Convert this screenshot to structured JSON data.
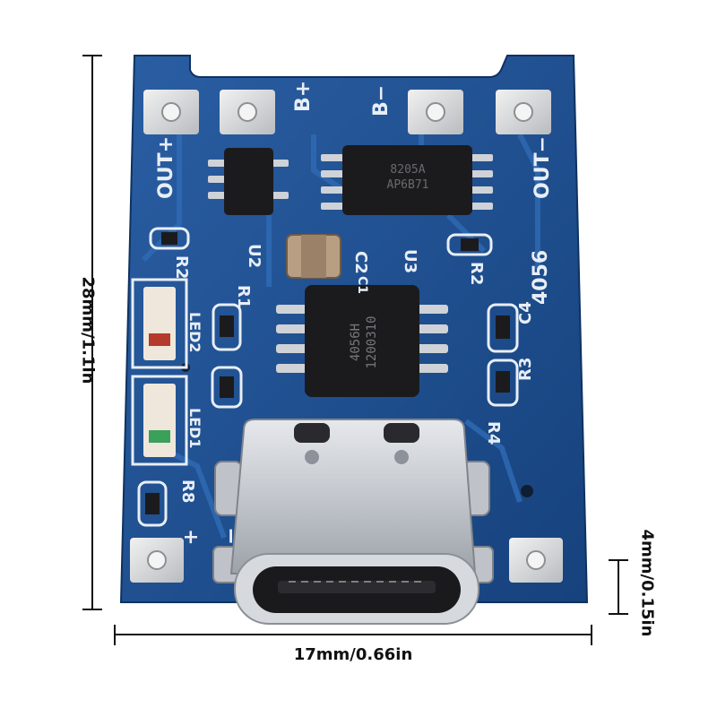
{
  "dimensions": {
    "height_label": "28mm/1.1in",
    "width_label": "17mm/0.66in",
    "thickness_label": "4mm/0.15in"
  },
  "board": {
    "pin_labels": {
      "b_plus": "B+",
      "b_minus": "B−",
      "out_plus": "OUT+",
      "out_minus": "OUT−",
      "plus": "+",
      "minus": "−"
    },
    "chip_markings": {
      "main_ic_line1": "4056H",
      "main_ic_line2": "1200310",
      "protect_ic_line1": "8205A",
      "protect_ic_line2": "AP6B71"
    },
    "designators": {
      "u2": "U2",
      "u3": "U3",
      "c2": "C2",
      "c1": "C1",
      "c4": "C4",
      "r1": "R1",
      "r2": "R2",
      "r3": "R3",
      "r4": "R4",
      "r8": "R8",
      "led1": "LED1",
      "led2": "LED2",
      "model": "4056"
    }
  },
  "colors": {
    "pcb": "#1d4f8f",
    "pcb_dark": "#153c72",
    "silk": "#e8eef6",
    "chip": "#1b1b1d",
    "pad": "#d9d9d9",
    "usb": "#c9ccd1"
  }
}
